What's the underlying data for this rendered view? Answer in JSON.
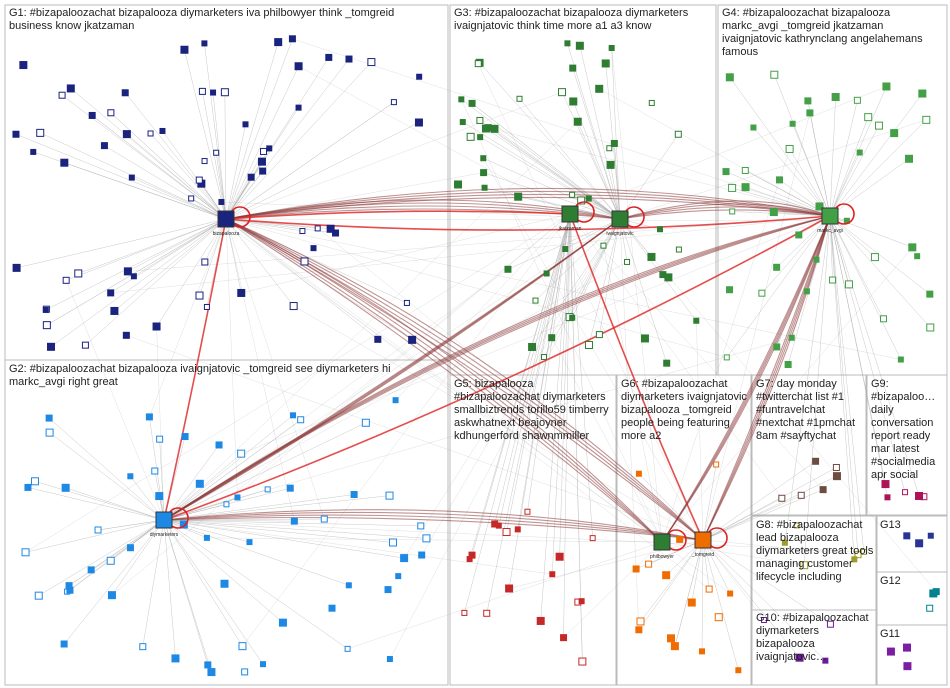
{
  "groups": [
    {
      "id": "G1",
      "label": "G1: #bizapaloozachat bizapalooza diymarketers iva philbowyer think _tomgreid business know jkatzaman",
      "color": "#1a237e"
    },
    {
      "id": "G2",
      "label": "G2: #bizapaloozachat bizapalooza ivaignjatovic _tomgreid see diymarketers hi markc_avgi right great",
      "color": "#1e88e5"
    },
    {
      "id": "G3",
      "label": "G3: #bizapaloozachat bizapalooza diymarketers ivaignjatovic think time more a1 a3 know",
      "color": "#2e7d32"
    },
    {
      "id": "G4",
      "label": "G4: #bizapaloozachat bizapalooza markc_avgi _tomgreid jkatzaman ivaignjatovic kathrynclang angelahemans famous",
      "color": "#43a047"
    },
    {
      "id": "G5",
      "label": "G5: bizapalooza #bizapaloozachat diymarketers smallbiztrends torillo59 timberry askwhatnext beajoyner kdhungerford shawnmmiller",
      "color": "#c62828"
    },
    {
      "id": "G6",
      "label": "G6: #bizapaloozachat diymarketers ivaignjatovic bizapalooza _tomgreid people being featuring more a2",
      "color": "#ef6c00"
    },
    {
      "id": "G7",
      "label": "G7: day monday #twitterchat list #1 #funtravelchat #nextchat #1pmchat 8am #sayftychat",
      "color": "#6d4c41"
    },
    {
      "id": "G8",
      "label": "G8: #bizapaloozachat lead bizapalooza diymarketers great tools managing customer lifecycle including",
      "color": "#9e9d24"
    },
    {
      "id": "G9",
      "label": "G9: #bizapaloo… daily conversation report ready mar latest #socialmedia apr social",
      "color": "#ad1457"
    },
    {
      "id": "G10",
      "label": "G10: #bizapaloozachat diymarketers bizapalooza ivaignjatovic…",
      "color": "#6a1b9a"
    },
    {
      "id": "G11",
      "label": "G11",
      "color": "#7b1fa2"
    },
    {
      "id": "G12",
      "label": "G12",
      "color": "#00838f"
    },
    {
      "id": "G13",
      "label": "G13",
      "color": "#283593"
    }
  ],
  "hubs": [
    {
      "id": "bizapalooza",
      "label": "bizapalooza",
      "group": "G1"
    },
    {
      "id": "diymarketers",
      "label": "diymarketers",
      "group": "G2"
    },
    {
      "id": "ivaignjatovic",
      "label": "ivaignjatovic",
      "group": "G3"
    },
    {
      "id": "markc_avgi",
      "label": "markc_avgi",
      "group": "G4"
    },
    {
      "id": "tomgreid",
      "label": "_tomgreid",
      "group": "G6"
    },
    {
      "id": "jkatzaman",
      "label": "jkatzaman",
      "group": "G3"
    },
    {
      "id": "philbowyer",
      "label": "philbowyer",
      "group": "G3"
    }
  ],
  "colors": {
    "edge": "#9a9a9a",
    "edge_strong": "#8d3b3b",
    "edge_red": "#e02020",
    "panel_border": "#bbbbbb",
    "label_text": "#222222"
  }
}
